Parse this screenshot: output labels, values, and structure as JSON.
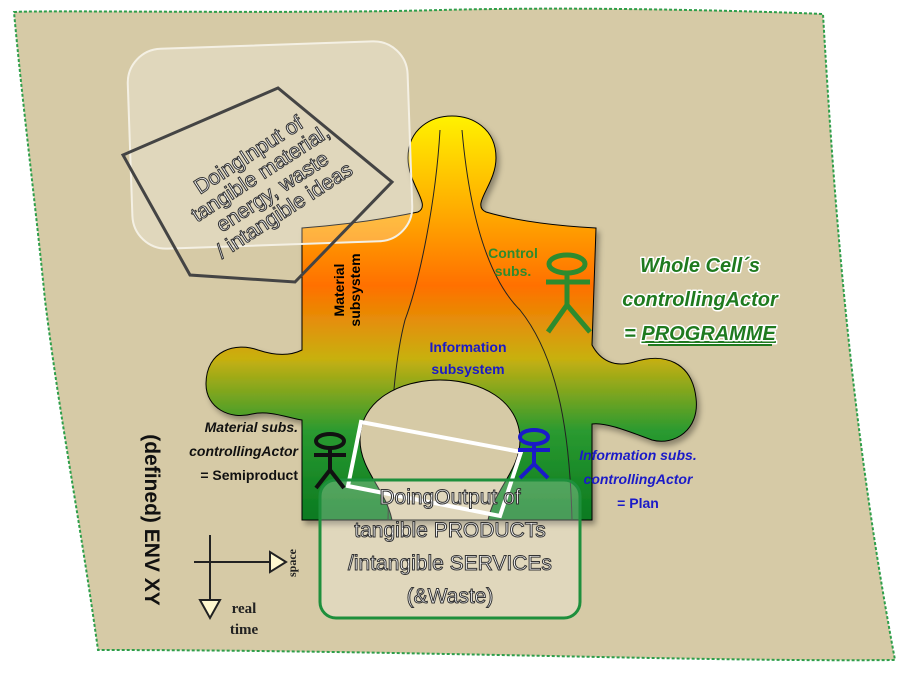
{
  "input_box": {
    "lines": [
      "DoingInput of",
      "tangible material,",
      "energy, waste",
      "/ intangible ideas"
    ]
  },
  "output_box": {
    "lines": [
      "DoingOutput of",
      "tangible PRODUCTs",
      "/intangible SERVICEs",
      "(&Waste)"
    ]
  },
  "subsystems": {
    "material_line1": "Material",
    "material_line2": "subsystem",
    "control_line1": "Control",
    "control_line2": "subs.",
    "information_line1": "Information",
    "information_line2": "subsystem"
  },
  "whole_cell": {
    "line1": "Whole Cell´s",
    "line2": "controllingActor",
    "line3_prefix": "= ",
    "line3_value": "PROGRAMME"
  },
  "material_actor": {
    "line1": "Material subs.",
    "line2": "controllingActor",
    "line3": "= Semiproduct"
  },
  "information_actor": {
    "line1": "Information subs.",
    "line2": "controllingActor",
    "line3": "= Plan"
  },
  "environment_label": "(defined) ENV XY",
  "axes": {
    "space_label": "space",
    "time_label_1": "real",
    "time_label_2": "time"
  },
  "colors": {
    "background_sheet": "#d6caa6",
    "sheet_border": "#2e9e4a",
    "puzzle_top": "#ffe600",
    "puzzle_mid": "#ff6a00",
    "puzzle_bottom": "#0a8a2a",
    "control_green": "#2e8b2e",
    "information_blue": "#1a1ac8",
    "output_box_border": "#1e8f3c",
    "input_box_border": "#555555"
  }
}
